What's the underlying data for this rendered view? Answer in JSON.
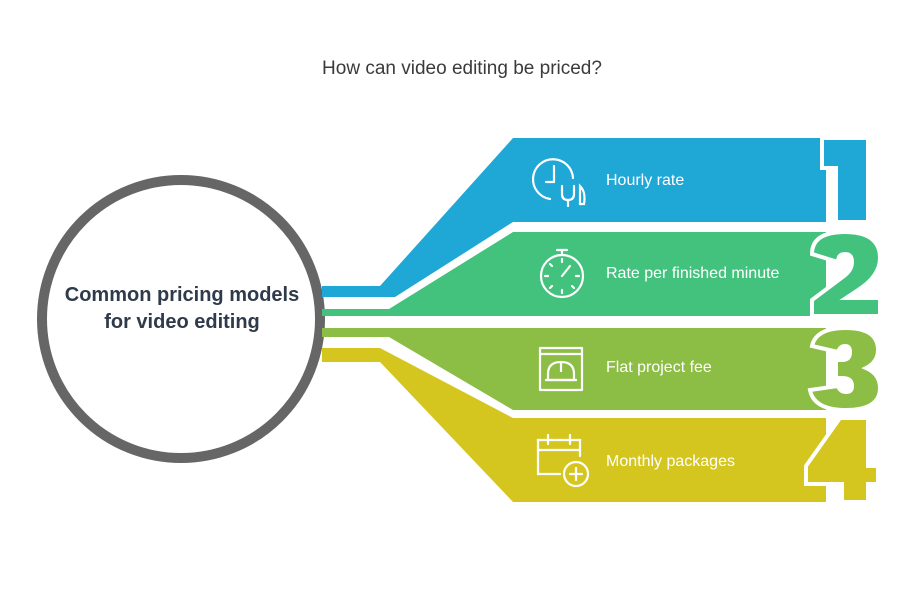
{
  "title": "How can video editing be priced?",
  "center_label": "Common pricing models for video editing",
  "items": [
    {
      "number": "1",
      "label": "Hourly rate",
      "icon": "clock-fork-icon",
      "color": "#1fa7d6"
    },
    {
      "number": "2",
      "label": "Rate per finished minute",
      "icon": "stopwatch-icon",
      "color": "#43c27e"
    },
    {
      "number": "3",
      "label": "Flat project fee",
      "icon": "hardhat-blueprint-icon",
      "color": "#8cbd45"
    },
    {
      "number": "4",
      "label": "Monthly packages",
      "icon": "calendar-plus-icon",
      "color": "#d5c61f"
    }
  ],
  "colors": {
    "ring": "#666666",
    "center_text": "#2f3b4a"
  }
}
